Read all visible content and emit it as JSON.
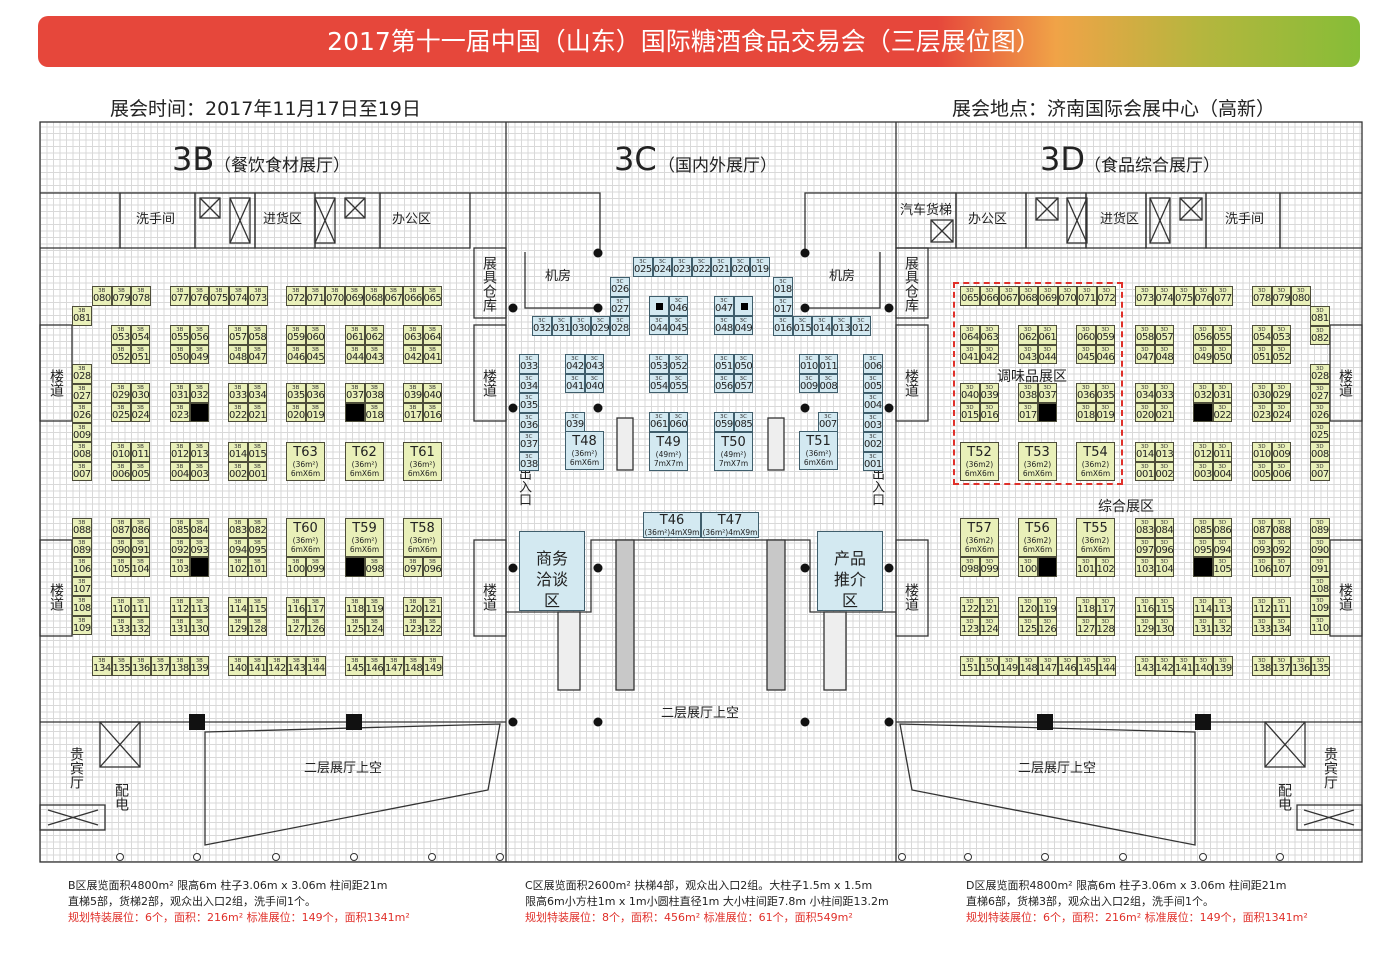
{
  "header": {
    "title": "2017第十一届中国（山东）国际糖酒食品交易会（三层展位图）",
    "date": "展会时间：2017年11月17日至19日",
    "location": "展会地点：济南国际会展中心（高新）",
    "title_gradient": [
      "#e6473b",
      "#f0a347",
      "#86bd37"
    ]
  },
  "colors": {
    "booth_3b_3d": "#e9f0b9",
    "booth_3c": "#d3e9f1",
    "notes_highlight": "#e0302a",
    "special_zone_border": "#e0302a"
  },
  "halls": {
    "3B": {
      "code": "3B",
      "name": "（餐饮食材展厅）",
      "rooms": {
        "restroom": "洗手间",
        "goods_entry": "进货区",
        "office": "办公区",
        "stair1": "楼道",
        "stair2": "楼道",
        "vip": "贵宾厅",
        "power": "配电",
        "void": "二层展厅上空"
      },
      "notes": [
        "B区展览面积4800m² 限高6m 柱子3.06m x 3.06m 柱间距21m",
        "直梯5部，货梯2部，观众出入口2组，洗手间1个。",
        "规划特装展位：6个，面积：216m² 标准展位：149个，面积1341m²"
      ]
    },
    "3C": {
      "code": "3C",
      "name": "（国内外展厅）",
      "rooms": {
        "storage_left": "展具仓库",
        "storage_right": "展具仓库",
        "machine_left": "机房",
        "machine_right": "机房",
        "stair_l1": "楼道",
        "stair_l2": "楼道",
        "stair_r1": "楼道",
        "stair_r2": "楼道",
        "exit_left": "出入口",
        "exit_right": "出入口",
        "business": "商务洽谈区",
        "product": "产品推介区",
        "void": "二层展厅上空"
      },
      "notes": [
        "C区展览面积2600m² 扶梯4部，观众出入口2组。大柱子1.5m x 1.5m",
        "限高6m小方柱1m x 1m小圆柱直径1m 大小柱间距7.8m 小柱间距13.2m",
        "规划特装展位：8个，面积：456m² 标准展位：61个，面积549m²"
      ]
    },
    "3D": {
      "code": "3D",
      "name": "（食品综合展厅）",
      "rooms": {
        "freight_lift": "汽车货梯",
        "office": "办公区",
        "goods_entry": "进货区",
        "restroom": "洗手间",
        "stair1": "楼道",
        "stair2": "楼道",
        "vip": "贵宾厅",
        "power": "配电",
        "void": "二层展厅上空",
        "seasoning_zone": "调味品展区",
        "general_zone": "综合展区"
      },
      "notes": [
        "D区展览面积4800m² 限高6m 柱子3.06m x 3.06m 柱间距21m",
        "直梯6部，货梯3部，观众出入口2组，洗手间1个。",
        "规划特装展位：6个，面积：216m² 标准展位：149个，面积1341m²"
      ]
    }
  },
  "booths": {
    "3B": {
      "prefix": "3B",
      "groups": [
        [
          [
            "080",
            "079",
            "078"
          ]
        ],
        [
          [
            "077",
            "076",
            "075",
            "074",
            "073"
          ]
        ],
        [
          [
            "072",
            "071",
            "070",
            "069",
            "068",
            "067",
            "066",
            "065"
          ]
        ],
        [
          [
            "081"
          ]
        ],
        [
          [
            "028"
          ],
          [
            "027"
          ],
          [
            "026"
          ],
          [
            "009"
          ],
          [
            "008"
          ],
          [
            "007"
          ]
        ],
        [
          [
            "053",
            "054"
          ],
          [
            "052",
            "051"
          ]
        ],
        [
          [
            "055",
            "056"
          ],
          [
            "050",
            "049"
          ]
        ],
        [
          [
            "057",
            "058"
          ],
          [
            "048",
            "047"
          ]
        ],
        [
          [
            "059",
            "060"
          ],
          [
            "046",
            "045"
          ]
        ],
        [
          [
            "061",
            "062"
          ],
          [
            "044",
            "043"
          ]
        ],
        [
          [
            "063",
            "064"
          ],
          [
            "042",
            "041"
          ]
        ],
        [
          [
            "029",
            "030"
          ],
          [
            "025",
            "024"
          ]
        ],
        [
          [
            "031",
            "032"
          ],
          [
            "023",
            null
          ]
        ],
        [
          [
            "033",
            "034"
          ],
          [
            "022",
            "021"
          ]
        ],
        [
          [
            "035",
            "036"
          ],
          [
            "020",
            "019"
          ]
        ],
        [
          [
            "037",
            "038"
          ],
          [
            null,
            "018"
          ]
        ],
        [
          [
            "039",
            "040"
          ],
          [
            "017",
            "016"
          ]
        ],
        [
          [
            "010",
            "011"
          ],
          [
            "006",
            "005"
          ]
        ],
        [
          [
            "012",
            "013"
          ],
          [
            "004",
            "003"
          ]
        ],
        [
          [
            "014",
            "015"
          ],
          [
            "002",
            "001"
          ]
        ],
        [
          [
            {
              "id": "T63",
              "area": "(36m²)",
              "size": "6mX6m"
            }
          ]
        ],
        [
          [
            {
              "id": "T62",
              "area": "(36m²)",
              "size": "6mX6m"
            }
          ]
        ],
        [
          [
            {
              "id": "T61",
              "area": "(36m²)",
              "size": "6mX6m"
            }
          ]
        ],
        [
          [
            "088"
          ],
          [
            "089"
          ],
          [
            "106"
          ],
          [
            "107"
          ],
          [
            "108"
          ],
          [
            "109"
          ]
        ],
        [
          [
            "087",
            "086"
          ],
          [
            "090",
            "091"
          ],
          [
            "105",
            "104"
          ]
        ],
        [
          [
            "085",
            "084"
          ],
          [
            "092",
            "093"
          ],
          [
            "103",
            null
          ]
        ],
        [
          [
            "083",
            "082"
          ],
          [
            "094",
            "095"
          ],
          [
            "102",
            "101"
          ]
        ],
        [
          [
            {
              "id": "T60",
              "area": "(36m²)",
              "size": "6mX6m"
            }
          ],
          [
            "100",
            "099"
          ]
        ],
        [
          [
            {
              "id": "T59",
              "area": "(36m²)",
              "size": "6mX6m"
            }
          ],
          [
            null,
            "098"
          ]
        ],
        [
          [
            {
              "id": "T58",
              "area": "(36m²)",
              "size": "6mX6m"
            }
          ],
          [
            "097",
            "096"
          ]
        ],
        [
          [
            "110",
            "111"
          ],
          [
            "133",
            "132"
          ]
        ],
        [
          [
            "112",
            "113"
          ],
          [
            "131",
            "130"
          ]
        ],
        [
          [
            "114",
            "115"
          ],
          [
            "129",
            "128"
          ]
        ],
        [
          [
            "116",
            "117"
          ],
          [
            "127",
            "126"
          ]
        ],
        [
          [
            "118",
            "119"
          ],
          [
            "125",
            "124"
          ]
        ],
        [
          [
            "120",
            "121"
          ],
          [
            "123",
            "122"
          ]
        ],
        [
          [
            "134",
            "135",
            "136",
            "137",
            "138",
            "139"
          ]
        ],
        [
          [
            "140",
            "141",
            "142",
            "143",
            "144"
          ]
        ],
        [
          [
            "145",
            "146",
            "147",
            "148",
            "149"
          ]
        ]
      ]
    },
    "3C": {
      "prefix": "3C",
      "groups": [
        [
          [
            "025",
            "024",
            "023",
            "022",
            "021",
            "020",
            "019"
          ]
        ],
        [
          [
            "026"
          ],
          [
            "027"
          ]
        ],
        [
          [
            "032",
            "031",
            "030",
            "029",
            "028"
          ]
        ],
        [
          [
            "018"
          ],
          [
            "017"
          ]
        ],
        [
          [
            "016",
            "015",
            "014",
            "013",
            "012"
          ]
        ],
        [
          [
            {
              "pillar": true
            },
            "046"
          ],
          [
            "044",
            "045"
          ]
        ],
        [
          [
            "047",
            {
              "pillar": true
            }
          ],
          [
            "048",
            "049"
          ]
        ],
        [
          [
            "033"
          ],
          [
            "034"
          ],
          [
            "035"
          ],
          [
            "036"
          ],
          [
            "037"
          ],
          [
            "038"
          ]
        ],
        [
          [
            "042",
            "043"
          ],
          [
            "041",
            "040"
          ]
        ],
        [
          [
            "053",
            "052"
          ],
          [
            "054",
            "055"
          ]
        ],
        [
          [
            "051",
            "050"
          ],
          [
            "056",
            "057"
          ]
        ],
        [
          [
            "010",
            "011"
          ],
          [
            "009",
            "008"
          ]
        ],
        [
          [
            "006"
          ],
          [
            "005"
          ],
          [
            "004"
          ],
          [
            "003"
          ],
          [
            "002"
          ],
          [
            "001"
          ]
        ],
        [
          [
            "039"
          ]
        ],
        [
          [
            {
              "id": "T48",
              "area": "(36m²)",
              "size": "6mX6m"
            }
          ]
        ],
        [
          [
            "061",
            "060"
          ],
          [
            {
              "id": "T49",
              "area": "(49m²)",
              "size": "7mX7m"
            }
          ]
        ],
        [
          [
            "059",
            "085"
          ],
          [
            {
              "id": "T50",
              "area": "(49m²)",
              "size": "7mX7m"
            }
          ]
        ],
        [
          [
            "007"
          ]
        ],
        [
          [
            {
              "id": "T51",
              "area": "(36m²)",
              "size": "6mX6m"
            }
          ]
        ]
      ],
      "wide_booths": [
        {
          "id": "T46",
          "spec": "(36m²)4mX9m"
        },
        {
          "id": "T47",
          "spec": "(36m²)4mX9m"
        }
      ]
    },
    "3D": {
      "prefix": "3D",
      "groups": [
        [
          [
            "065",
            "066",
            "067",
            "068",
            "069",
            "070",
            "071",
            "072"
          ]
        ],
        [
          [
            "073",
            "074",
            "075",
            "076",
            "077"
          ]
        ],
        [
          [
            "078",
            "079",
            "080"
          ]
        ],
        [
          [
            "081"
          ],
          [
            "082"
          ]
        ],
        [
          [
            "028"
          ],
          [
            "027"
          ],
          [
            "026"
          ],
          [
            "025"
          ],
          [
            "008"
          ],
          [
            "007"
          ]
        ],
        [
          [
            "064",
            "063"
          ],
          [
            "041",
            "042"
          ]
        ],
        [
          [
            "062",
            "061"
          ],
          [
            "043",
            "044"
          ]
        ],
        [
          [
            "060",
            "059"
          ],
          [
            "045",
            "046"
          ]
        ],
        [
          [
            "058",
            "057"
          ],
          [
            "047",
            "048"
          ]
        ],
        [
          [
            "056",
            "055"
          ],
          [
            "049",
            "050"
          ]
        ],
        [
          [
            "054",
            "053"
          ],
          [
            "051",
            "052"
          ]
        ],
        [
          [
            "040",
            "039"
          ],
          [
            "015",
            "016"
          ]
        ],
        [
          [
            "038",
            "037"
          ],
          [
            "017",
            null
          ]
        ],
        [
          [
            "036",
            "035"
          ],
          [
            "018",
            "019"
          ]
        ],
        [
          [
            "034",
            "033"
          ],
          [
            "020",
            "021"
          ]
        ],
        [
          [
            "032",
            "031"
          ],
          [
            null,
            "022"
          ]
        ],
        [
          [
            "030",
            "029"
          ],
          [
            "023",
            "024"
          ]
        ],
        [
          [
            {
              "id": "T52",
              "area": "(36m2)",
              "size": "6mX6m"
            }
          ]
        ],
        [
          [
            {
              "id": "T53",
              "area": "(36m2)",
              "size": "6mX6m"
            }
          ]
        ],
        [
          [
            {
              "id": "T54",
              "area": "(36m2)",
              "size": "6mX6m"
            }
          ]
        ],
        [
          [
            "014",
            "013"
          ],
          [
            "001",
            "002"
          ]
        ],
        [
          [
            "012",
            "011"
          ],
          [
            "003",
            "004"
          ]
        ],
        [
          [
            "010",
            "009"
          ],
          [
            "005",
            "006"
          ]
        ],
        [
          [
            {
              "id": "T57",
              "area": "(36m2)",
              "size": "6mX6m"
            }
          ],
          [
            "098",
            "099"
          ]
        ],
        [
          [
            {
              "id": "T56",
              "area": "(36m2)",
              "size": "6mX6m"
            }
          ],
          [
            "100",
            null
          ]
        ],
        [
          [
            {
              "id": "T55",
              "area": "(36m2)",
              "size": "6mX6m"
            }
          ],
          [
            "101",
            "102"
          ]
        ],
        [
          [
            "083",
            "084"
          ],
          [
            "097",
            "096"
          ],
          [
            "103",
            "104"
          ]
        ],
        [
          [
            "085",
            "086"
          ],
          [
            "095",
            "094"
          ],
          [
            null,
            "105"
          ]
        ],
        [
          [
            "087",
            "088"
          ],
          [
            "093",
            "092"
          ],
          [
            "106",
            "107"
          ]
        ],
        [
          [
            "089"
          ],
          [
            "090"
          ],
          [
            "091"
          ],
          [
            "108"
          ],
          [
            "109"
          ],
          [
            "110"
          ]
        ],
        [
          [
            "122",
            "121"
          ],
          [
            "123",
            "124"
          ]
        ],
        [
          [
            "120",
            "119"
          ],
          [
            "125",
            "126"
          ]
        ],
        [
          [
            "118",
            "117"
          ],
          [
            "127",
            "128"
          ]
        ],
        [
          [
            "116",
            "115"
          ],
          [
            "129",
            "130"
          ]
        ],
        [
          [
            "114",
            "113"
          ],
          [
            "131",
            "132"
          ]
        ],
        [
          [
            "112",
            "111"
          ],
          [
            "133",
            "134"
          ]
        ],
        [
          [
            "151",
            "150",
            "149",
            "148",
            "147",
            "146",
            "145",
            "144"
          ]
        ],
        [
          [
            "143",
            "142",
            "141",
            "140",
            "139"
          ]
        ],
        [
          [
            "138",
            "137",
            "136",
            "135"
          ]
        ]
      ]
    }
  }
}
